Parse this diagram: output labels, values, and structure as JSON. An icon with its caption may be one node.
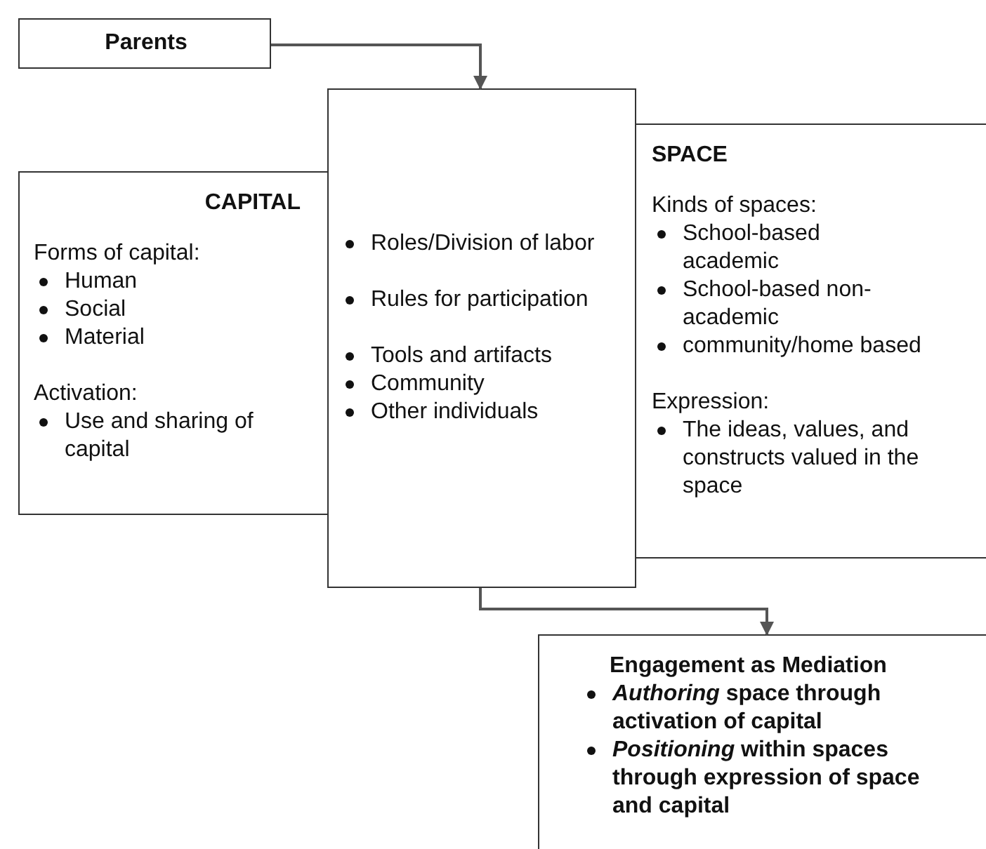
{
  "diagram": {
    "nodes": [
      {
        "text": [
          "Parents"
        ]
      },
      {
        "text": [
          "CAPITAL",
          "Forms of capital:",
          "Human",
          "Social",
          "Material",
          "Activation:",
          "Use and sharing of capital"
        ]
      },
      {
        "text": [
          "Roles/Division of labor",
          "Rules for participation",
          "Tools and artifacts",
          "Community",
          "Other individuals"
        ]
      },
      {
        "text": [
          "SPACE",
          "Kinds of spaces:",
          "School-based academic",
          "School-based non-academic",
          "community/home based",
          "Expression:",
          "The ideas, values, and constructs valued in the space"
        ]
      },
      {
        "text": [
          "Engagement as Mediation",
          "*Authoring* space through activation of capital",
          "*Positioning* within spaces through expression of space and capital"
        ]
      }
    ],
    "edges": [
      {
        "from": 0,
        "to": 2,
        "arrow": "to"
      },
      {
        "from": 2,
        "to": 4,
        "arrow": "to"
      }
    ]
  }
}
